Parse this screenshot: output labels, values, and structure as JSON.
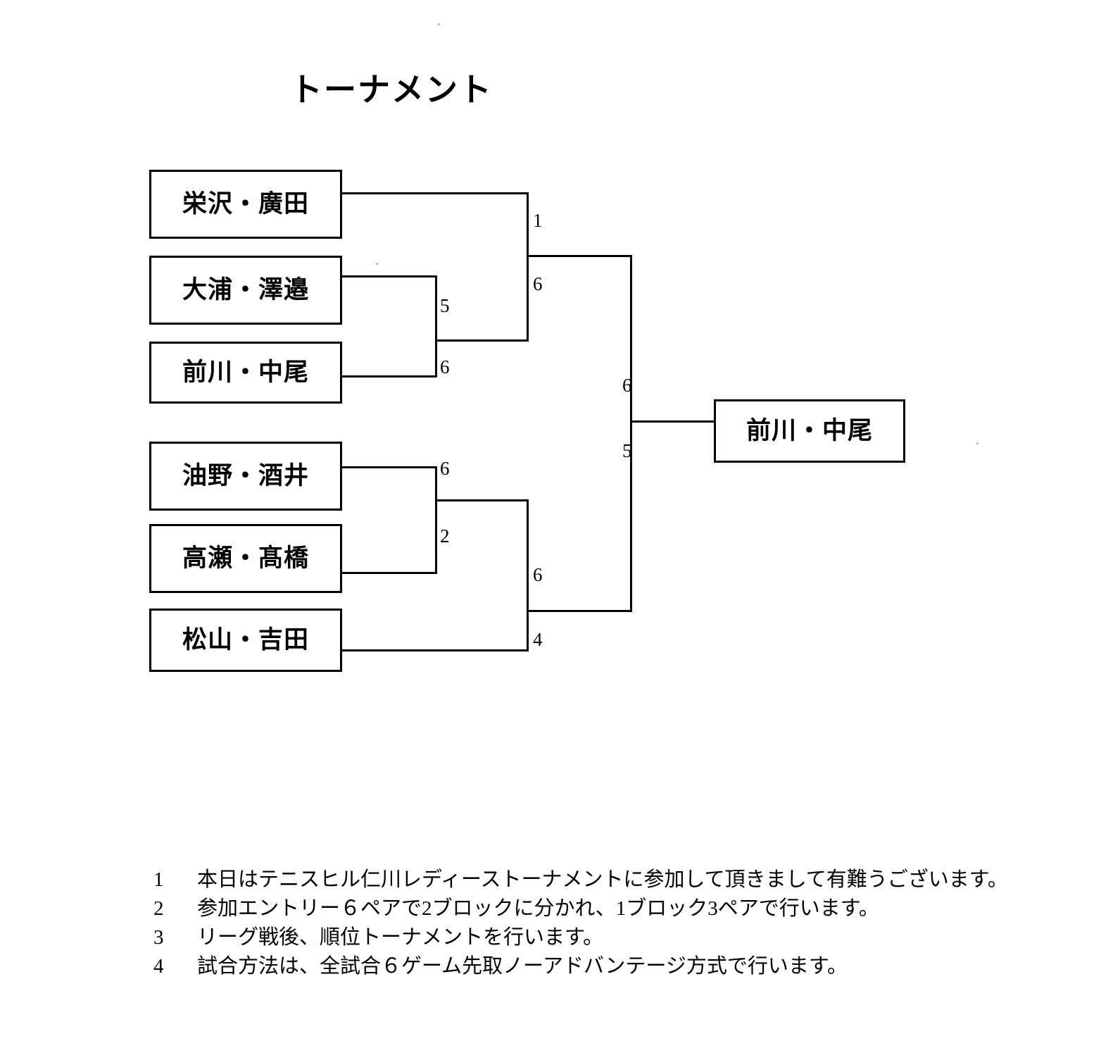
{
  "title": "トーナメント",
  "bracket": {
    "teams": [
      {
        "id": "box-1",
        "name": "栄沢・廣田"
      },
      {
        "id": "box-2",
        "name": "大浦・澤邉"
      },
      {
        "id": "box-3",
        "name": "前川・中尾"
      },
      {
        "id": "box-4",
        "name": "油野・酒井"
      },
      {
        "id": "box-5",
        "name": "高瀬・髙橋"
      },
      {
        "id": "box-6",
        "name": "松山・吉田"
      }
    ],
    "winner": "前川・中尾",
    "scores": {
      "upper_semi_top": "1",
      "upper_semi_bottom": "6",
      "upper_first_top": "5",
      "upper_first_bottom": "6",
      "lower_first_top": "6",
      "lower_first_bottom": "2",
      "lower_semi_top": "6",
      "lower_semi_bottom": "4",
      "final_top": "6",
      "final_bottom": "5"
    }
  },
  "notes": [
    {
      "num": "1",
      "text": "本日はテニスヒル仁川レディーストーナメントに参加して頂きまして有難うございます。"
    },
    {
      "num": "2",
      "text": "参加エントリー６ペアで2ブロックに分かれ、1ブロック3ペアで行います。"
    },
    {
      "num": "3",
      "text": "リーグ戦後、順位トーナメントを行います。"
    },
    {
      "num": "4",
      "text": "試合方法は、全試合６ゲーム先取ノーアドバンテージ方式で行います。"
    }
  ]
}
